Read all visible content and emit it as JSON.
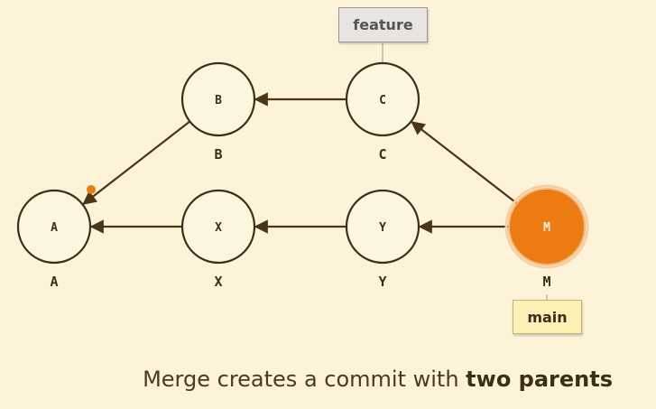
{
  "nodes": [
    {
      "id": "A",
      "label": "A",
      "under_label": "A",
      "head": false
    },
    {
      "id": "X",
      "label": "X",
      "under_label": "X",
      "head": false
    },
    {
      "id": "Y",
      "label": "Y",
      "under_label": "Y",
      "head": false
    },
    {
      "id": "M",
      "label": "M",
      "under_label": "M",
      "head": true
    },
    {
      "id": "B",
      "label": "B",
      "under_label": "B",
      "head": false
    },
    {
      "id": "C",
      "label": "C",
      "under_label": "C",
      "head": false
    }
  ],
  "edges": [
    {
      "from": "B",
      "to": "A"
    },
    {
      "from": "C",
      "to": "B"
    },
    {
      "from": "X",
      "to": "A"
    },
    {
      "from": "Y",
      "to": "X"
    },
    {
      "from": "M",
      "to": "Y"
    },
    {
      "from": "M",
      "to": "C"
    }
  ],
  "branches": {
    "feature": "feature",
    "main": "main"
  },
  "caption": {
    "prefix": "Merge creates a commit with ",
    "emphasis": "two parents"
  },
  "colors": {
    "background": "#fcf3d9",
    "node_fill": "#fdf6df",
    "node_stroke": "#3b2f1a",
    "head_fill": "#ec7b12",
    "edge": "#4a3516",
    "feature_label_bg": "#e8e4e4",
    "main_label_bg": "#fcf0b4"
  }
}
